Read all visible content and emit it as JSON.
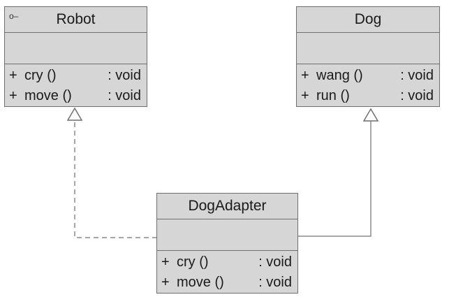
{
  "classes": {
    "robot": {
      "name": "Robot",
      "stereotype_icon": "interface-lollipop-icon",
      "operations": [
        {
          "visibility": "+",
          "signature": "cry ()",
          "return": ": void"
        },
        {
          "visibility": "+",
          "signature": "move ()",
          "return": ": void"
        }
      ]
    },
    "dog": {
      "name": "Dog",
      "operations": [
        {
          "visibility": "+",
          "signature": "wang ()",
          "return": ": void"
        },
        {
          "visibility": "+",
          "signature": "run ()",
          "return": ": void"
        }
      ]
    },
    "adapter": {
      "name": "DogAdapter",
      "operations": [
        {
          "visibility": "+",
          "signature": "cry ()",
          "return": ": void"
        },
        {
          "visibility": "+",
          "signature": "move ()",
          "return": ": void"
        }
      ]
    }
  },
  "relations": [
    {
      "from": "DogAdapter",
      "to": "Robot",
      "kind": "realization",
      "line": "dashed"
    },
    {
      "from": "DogAdapter",
      "to": "Dog",
      "kind": "generalization",
      "line": "solid"
    }
  ],
  "colors": {
    "box_fill": "#d6d6d6",
    "border": "#6f6f6f",
    "line": "#8a8a8a"
  }
}
